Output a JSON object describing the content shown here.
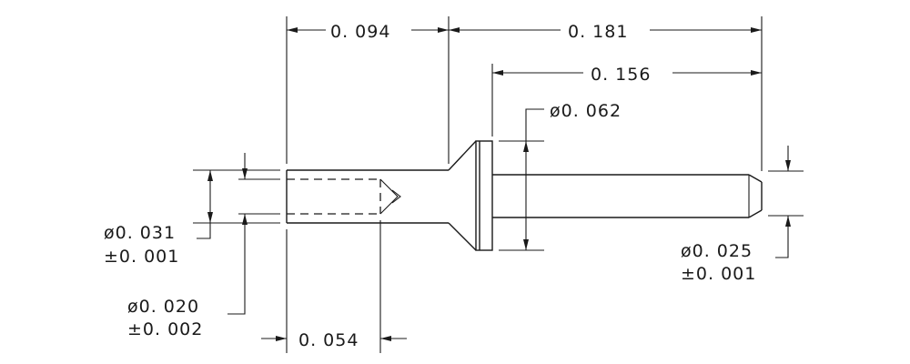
{
  "drawing": {
    "dim_head_length": "0. 094",
    "dim_overall_length": "0. 181",
    "dim_shank_length": "0. 156",
    "dim_flange_dia": "ø0. 062",
    "dim_bore_dia": "ø0. 031",
    "dim_bore_dia_tol": "±0. 001",
    "dim_drill_dia": "ø0. 020",
    "dim_drill_dia_tol": "±0. 002",
    "dim_drill_depth": "0. 054",
    "dim_tip_dia": "ø0. 025",
    "dim_tip_dia_tol": "±0. 001"
  }
}
